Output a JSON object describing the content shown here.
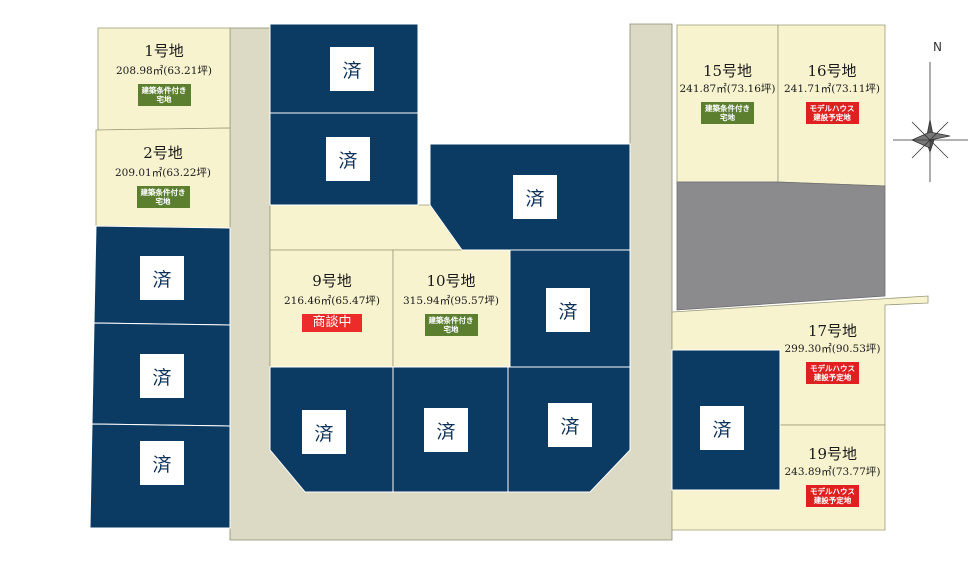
{
  "sold_mark": "済",
  "compass": {
    "north_label": "N"
  },
  "lots": {
    "l1": {
      "number": "1号地",
      "area": "208.98㎡(63.21坪)",
      "badge": [
        "建築条件付き",
        "宅地"
      ],
      "badge_color": "#5b7f2e"
    },
    "l2": {
      "number": "2号地",
      "area": "209.01㎡(63.22坪)",
      "badge": [
        "建築条件付き",
        "宅地"
      ],
      "badge_color": "#5b7f2e"
    },
    "l9": {
      "number": "9号地",
      "area": "216.46㎡(65.47坪)",
      "status": "商談中",
      "status_color": "#ee2b2b"
    },
    "l10": {
      "number": "10号地",
      "area": "315.94㎡(95.57坪)",
      "badge": [
        "建築条件付き",
        "宅地"
      ],
      "badge_color": "#5b7f2e"
    },
    "l15": {
      "number": "15号地",
      "area": "241.87㎡(73.16坪)",
      "badge": [
        "建築条件付き",
        "宅地"
      ],
      "badge_color": "#5b7f2e"
    },
    "l16": {
      "number": "16号地",
      "area": "241.71㎡(73.11坪)",
      "badge": [
        "モデルハウス",
        "建設予定地"
      ],
      "badge_color": "#e02020"
    },
    "l17": {
      "number": "17号地",
      "area": "299.30㎡(90.53坪)",
      "badge": [
        "モデルハウス",
        "建設予定地"
      ],
      "badge_color": "#e02020"
    },
    "l19": {
      "number": "19号地",
      "area": "243.89㎡(73.77坪)",
      "badge": [
        "モデルハウス",
        "建設予定地"
      ],
      "badge_color": "#e02020"
    }
  },
  "colors": {
    "available_lot": "#f7f3cf",
    "sold_lot": "#0b3a62",
    "road": "#dcdac4",
    "gray_area": "#8b8b8d"
  }
}
